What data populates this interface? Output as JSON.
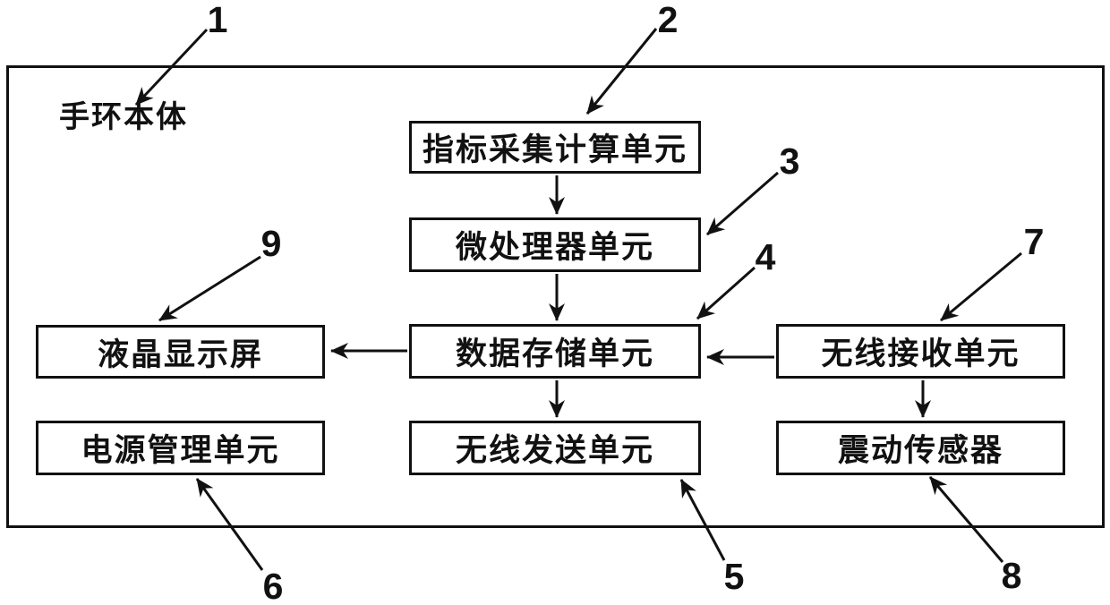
{
  "figure": {
    "type": "block-diagram",
    "container": {
      "label": "手环本体",
      "ref_number": "1"
    },
    "boxes": [
      {
        "label": "指标采集计算单元",
        "ref_number": "2"
      },
      {
        "label": "微处理器单元",
        "ref_number": "3"
      },
      {
        "label": "数据存储单元",
        "ref_number": "4"
      },
      {
        "label": "无线发送单元",
        "ref_number": "5"
      },
      {
        "label": "液晶显示屏",
        "ref_number": "9"
      },
      {
        "label": "电源管理单元",
        "ref_number": "6"
      },
      {
        "label": "无线接收单元",
        "ref_number": "7"
      },
      {
        "label": "震动传感器",
        "ref_number": "8"
      }
    ],
    "callouts": [
      {
        "number": "1",
        "target": "手环本体"
      },
      {
        "number": "2",
        "target": "指标采集计算单元"
      },
      {
        "number": "3",
        "target": "微处理器单元"
      },
      {
        "number": "4",
        "target": "数据存储单元"
      },
      {
        "number": "5",
        "target": "无线发送单元"
      },
      {
        "number": "6",
        "target": "电源管理单元"
      },
      {
        "number": "7",
        "target": "无线接收单元"
      },
      {
        "number": "8",
        "target": "震动传感器"
      },
      {
        "number": "9",
        "target": "液晶显示屏"
      }
    ],
    "connections": [
      {
        "from": "指标采集计算单元",
        "to": "微处理器单元"
      },
      {
        "from": "微处理器单元",
        "to": "数据存储单元"
      },
      {
        "from": "数据存储单元",
        "to": "无线发送单元"
      },
      {
        "from": "数据存储单元",
        "to": "液晶显示屏"
      },
      {
        "from": "无线接收单元",
        "to": "数据存储单元"
      },
      {
        "from": "无线接收单元",
        "to": "震动传感器"
      }
    ],
    "colors": {
      "line": "#111111",
      "background": "#ffffff"
    }
  }
}
